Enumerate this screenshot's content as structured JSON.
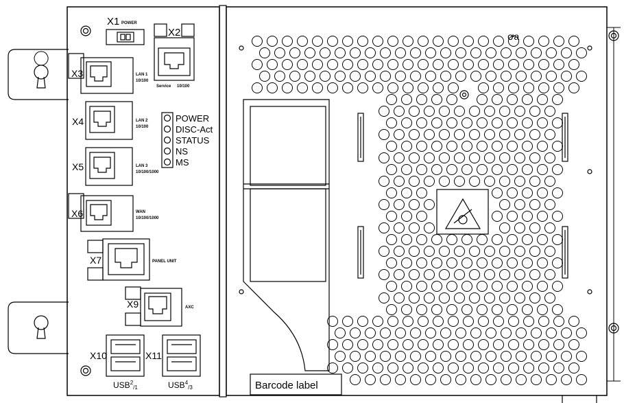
{
  "connectors": {
    "x1": {
      "id": "X1",
      "caption": "POWER"
    },
    "x2": {
      "id": "X2",
      "caption_a": "Service",
      "caption_b": "10/100"
    },
    "x3": {
      "id": "X3",
      "caption_a": "LAN 1",
      "caption_b": "10/100"
    },
    "x4": {
      "id": "X4",
      "caption_a": "LAN 2",
      "caption_b": "10/100"
    },
    "x5": {
      "id": "X5",
      "caption_a": "LAN 3",
      "caption_b": "10/100/1000"
    },
    "x6": {
      "id": "X6",
      "caption_a": "WAN",
      "caption_b": "10/100/1000"
    },
    "x7": {
      "id": "X7",
      "caption": "PANEL UNIT"
    },
    "x9": {
      "id": "X9",
      "caption": "AXC"
    },
    "x10": {
      "id": "X10"
    },
    "x11": {
      "id": "X11"
    }
  },
  "usb_labels": {
    "left_base": "USB",
    "left_sup": "2",
    "left_sub": "1",
    "right_base": "USB",
    "right_sup": "4",
    "right_sub": "3"
  },
  "leds": [
    "POWER",
    "DISC-Act",
    "STATUS",
    "NS",
    "MS"
  ],
  "barcode_label": "Barcode label",
  "embossed_text": "ꝍa"
}
